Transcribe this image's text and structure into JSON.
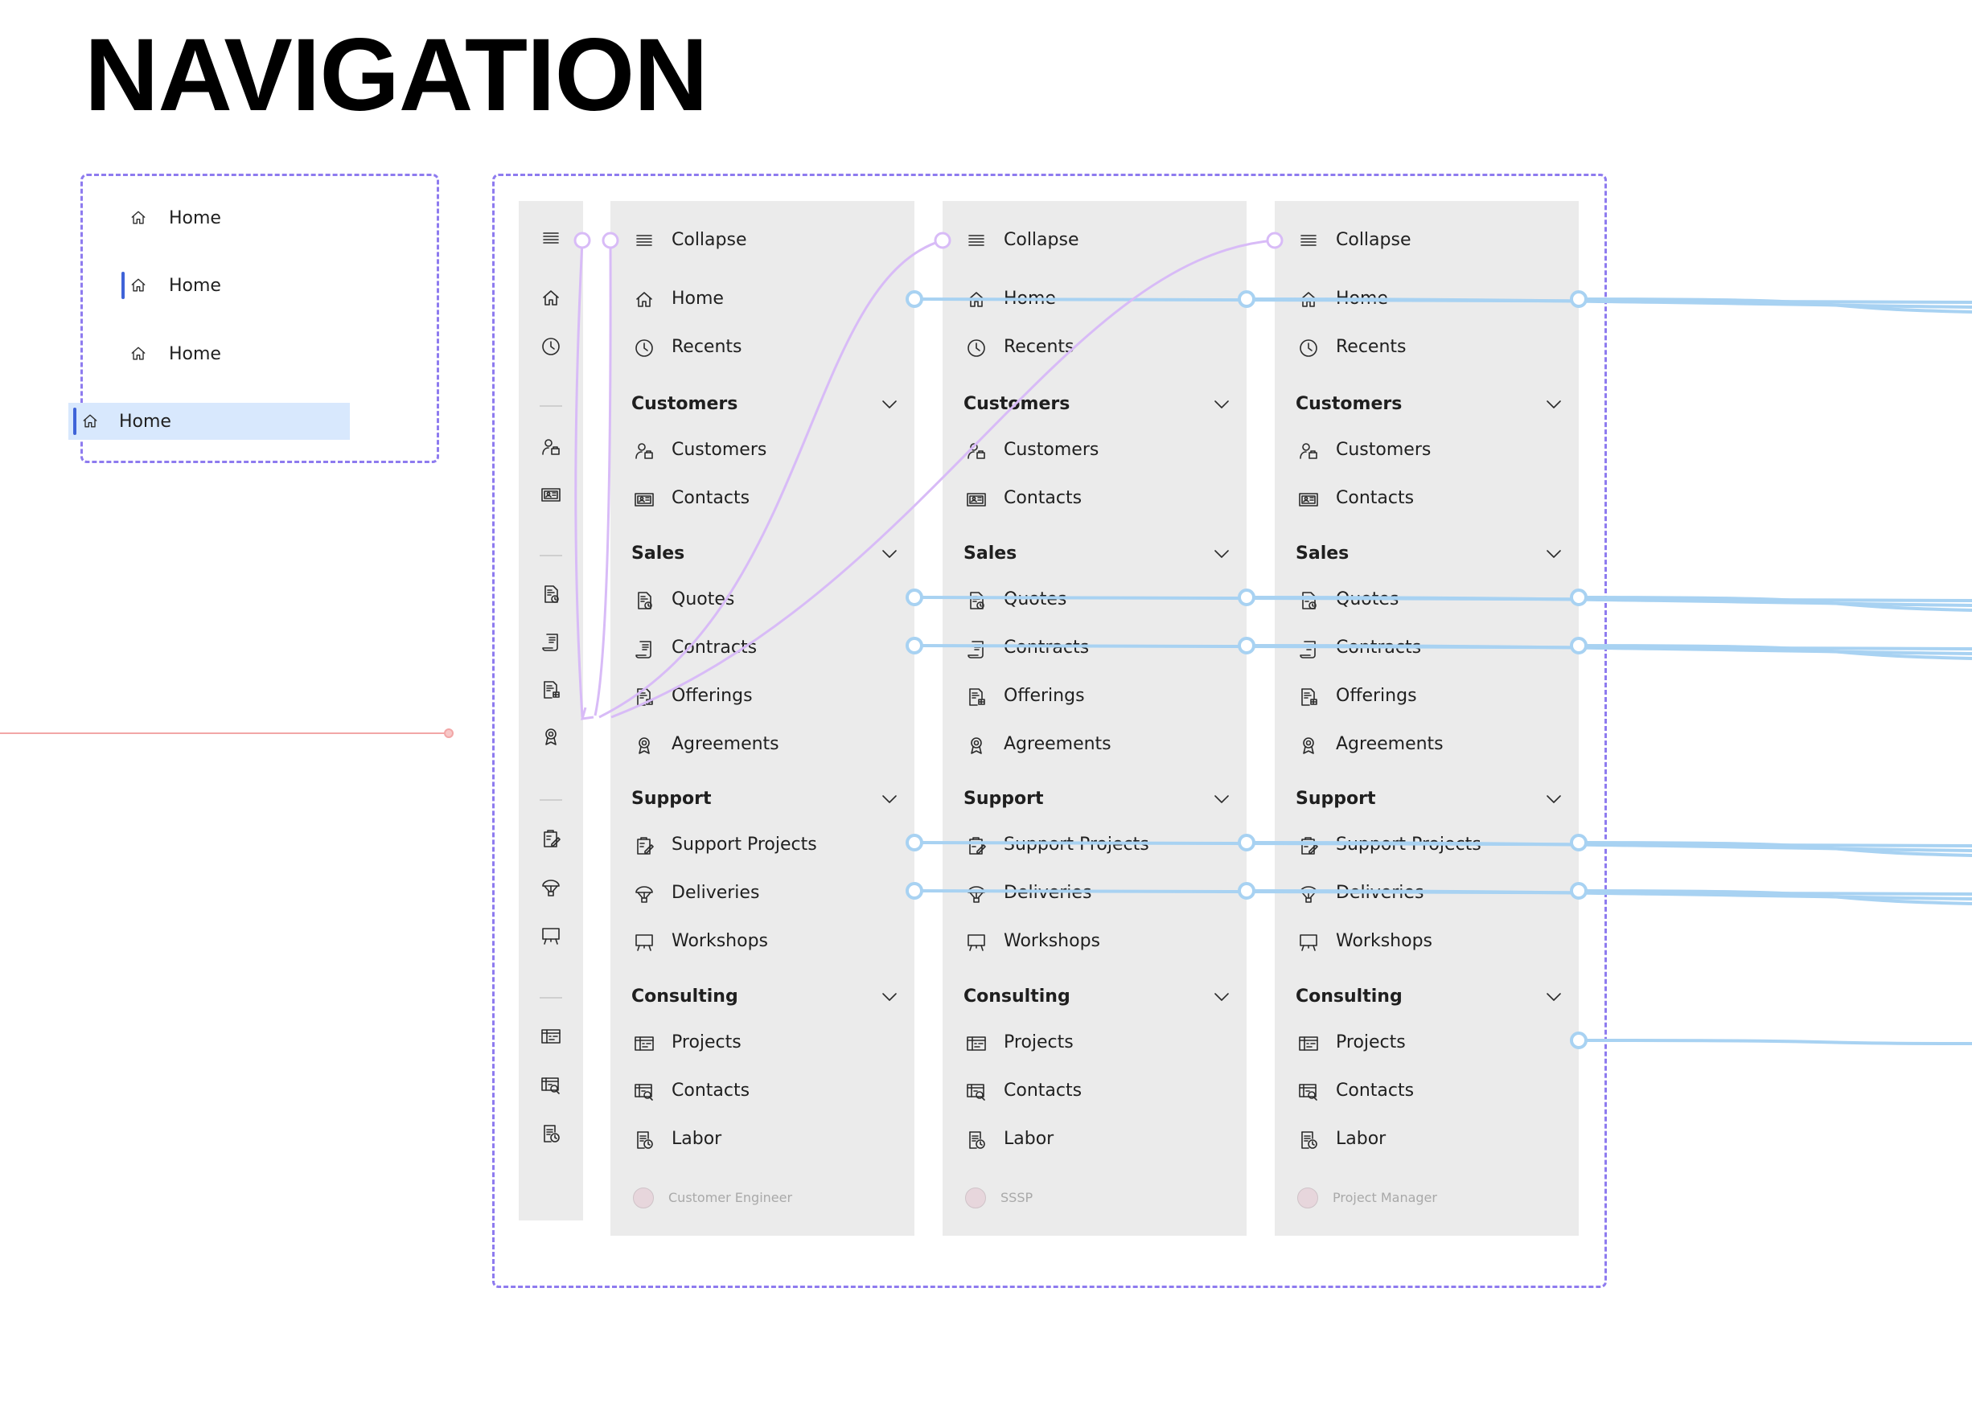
{
  "page": {
    "title": "NAVIGATION"
  },
  "states": [
    {
      "label": "Home",
      "style": "default"
    },
    {
      "label": "Home",
      "style": "indicator"
    },
    {
      "label": "Home",
      "style": "default"
    },
    {
      "label": "Home",
      "style": "selected"
    }
  ],
  "rail": {
    "icons": [
      "hamburger-icon",
      "home-icon",
      "clock-icon",
      "separator",
      "customer-icon",
      "contact-card-icon",
      "separator",
      "quote-icon",
      "contract-icon",
      "offering-icon",
      "agreement-icon",
      "separator",
      "support-project-icon",
      "delivery-icon",
      "workshop-icon",
      "separator",
      "project-icon",
      "project-contact-icon",
      "labor-icon"
    ]
  },
  "panels": [
    {
      "collapse_label": "Collapse",
      "top_items": [
        {
          "icon": "home-icon",
          "label": "Home"
        },
        {
          "icon": "clock-icon",
          "label": "Recents"
        }
      ],
      "groups": [
        {
          "title": "Customers",
          "items": [
            {
              "icon": "customer-icon",
              "label": "Customers"
            },
            {
              "icon": "contact-card-icon",
              "label": "Contacts"
            }
          ]
        },
        {
          "title": "Sales",
          "items": [
            {
              "icon": "quote-icon",
              "label": "Quotes"
            },
            {
              "icon": "contract-icon",
              "label": "Contracts"
            },
            {
              "icon": "offering-icon",
              "label": "Offerings"
            },
            {
              "icon": "agreement-icon",
              "label": "Agreements"
            }
          ]
        },
        {
          "title": "Support",
          "items": [
            {
              "icon": "support-project-icon",
              "label": "Support Projects"
            },
            {
              "icon": "delivery-icon",
              "label": "Deliveries"
            },
            {
              "icon": "workshop-icon",
              "label": "Workshops"
            }
          ]
        },
        {
          "title": "Consulting",
          "items": [
            {
              "icon": "project-icon",
              "label": "Projects"
            },
            {
              "icon": "project-contact-icon",
              "label": "Contacts"
            },
            {
              "icon": "labor-icon",
              "label": "Labor"
            }
          ]
        }
      ],
      "user": "Customer Engineer"
    },
    {
      "collapse_label": "Collapse",
      "top_items": [
        {
          "icon": "home-icon",
          "label": "Home"
        },
        {
          "icon": "clock-icon",
          "label": "Recents"
        }
      ],
      "groups": [
        {
          "title": "Customers",
          "items": [
            {
              "icon": "customer-icon",
              "label": "Customers"
            },
            {
              "icon": "contact-card-icon",
              "label": "Contacts"
            }
          ]
        },
        {
          "title": "Sales",
          "items": [
            {
              "icon": "quote-icon",
              "label": "Quotes"
            },
            {
              "icon": "contract-icon",
              "label": "Contracts"
            },
            {
              "icon": "offering-icon",
              "label": "Offerings"
            },
            {
              "icon": "agreement-icon",
              "label": "Agreements"
            }
          ]
        },
        {
          "title": "Support",
          "items": [
            {
              "icon": "support-project-icon",
              "label": "Support Projects"
            },
            {
              "icon": "delivery-icon",
              "label": "Deliveries"
            },
            {
              "icon": "workshop-icon",
              "label": "Workshops"
            }
          ]
        },
        {
          "title": "Consulting",
          "items": [
            {
              "icon": "project-icon",
              "label": "Projects"
            },
            {
              "icon": "project-contact-icon",
              "label": "Contacts"
            },
            {
              "icon": "labor-icon",
              "label": "Labor"
            }
          ]
        }
      ],
      "user": "SSSP"
    },
    {
      "collapse_label": "Collapse",
      "top_items": [
        {
          "icon": "home-icon",
          "label": "Home"
        },
        {
          "icon": "clock-icon",
          "label": "Recents"
        }
      ],
      "groups": [
        {
          "title": "Customers",
          "items": [
            {
              "icon": "customer-icon",
              "label": "Customers"
            },
            {
              "icon": "contact-card-icon",
              "label": "Contacts"
            }
          ]
        },
        {
          "title": "Sales",
          "items": [
            {
              "icon": "quote-icon",
              "label": "Quotes"
            },
            {
              "icon": "contract-icon",
              "label": "Contracts"
            },
            {
              "icon": "offering-icon",
              "label": "Offerings"
            },
            {
              "icon": "agreement-icon",
              "label": "Agreements"
            }
          ]
        },
        {
          "title": "Support",
          "items": [
            {
              "icon": "support-project-icon",
              "label": "Support Projects"
            },
            {
              "icon": "delivery-icon",
              "label": "Deliveries"
            },
            {
              "icon": "workshop-icon",
              "label": "Workshops"
            }
          ]
        },
        {
          "title": "Consulting",
          "items": [
            {
              "icon": "project-icon",
              "label": "Projects"
            },
            {
              "icon": "project-contact-icon",
              "label": "Contacts"
            },
            {
              "icon": "labor-icon",
              "label": "Labor"
            }
          ]
        }
      ],
      "user": "Project Manager"
    }
  ],
  "colors": {
    "frame": "#8e7bef",
    "prototype_link": "#d8bbf7",
    "connector": "#a8d2f2",
    "selected_bg": "#d8e8fd",
    "indicator": "#3f63d8",
    "panel_bg": "#ebebeb",
    "guide_line": "#f2a6a6"
  }
}
